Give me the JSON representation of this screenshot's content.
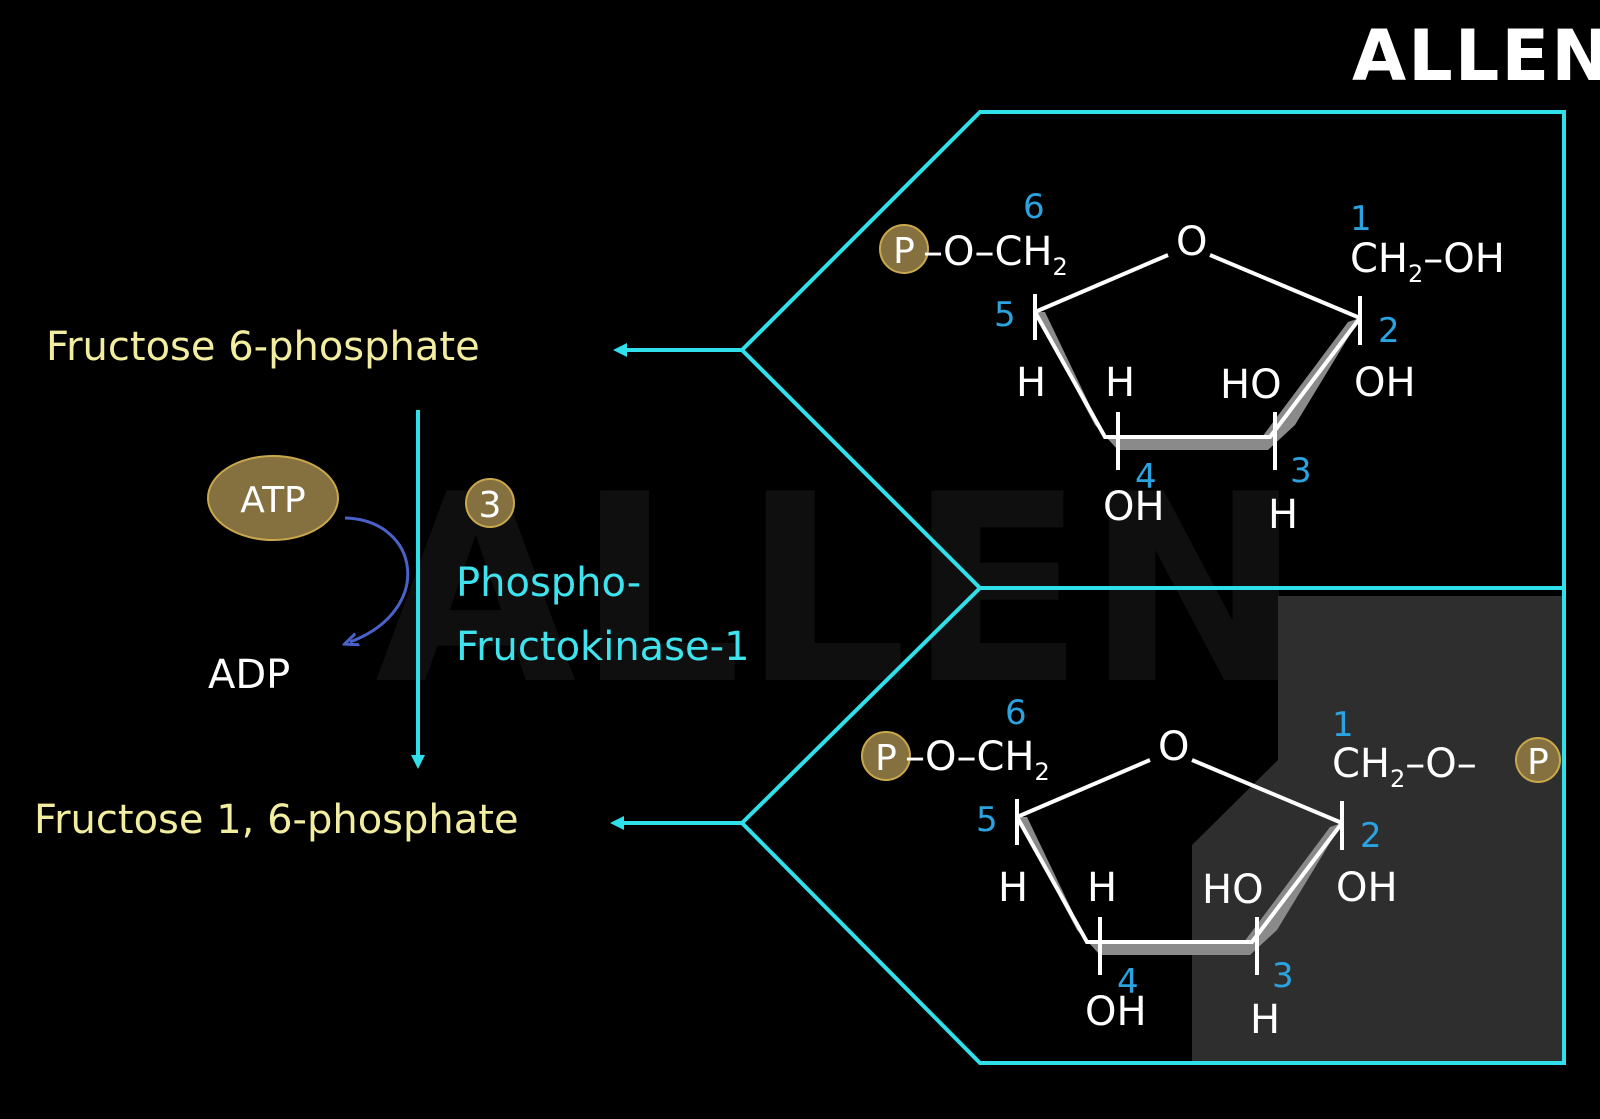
{
  "brand": {
    "logo": "ALLEN",
    "watermark": "ALLEN"
  },
  "reaction": {
    "substrate": "Fructose 6-phosphate",
    "product": "Fructose 1, 6-phosphate",
    "step_number": "3",
    "enzyme_line1": "Phospho-",
    "enzyme_line2": "Fructokinase-1",
    "cofactor_in": "ATP",
    "cofactor_out": "ADP"
  },
  "structures": {
    "top": {
      "phosphate": "P",
      "c6_group": "–O–CH",
      "c6_sub": "2",
      "ring_oxygen": "O",
      "c1_group": "CH",
      "c1_sub": "2",
      "c1_tail": "–OH",
      "c2_oh": "OH",
      "c5_h": "H",
      "c4_h": "H",
      "c3_ho": "HO",
      "c4_oh": "OH",
      "c3_h": "H",
      "numbers": [
        "1",
        "2",
        "3",
        "4",
        "5",
        "6"
      ]
    },
    "bottom": {
      "phosphate": "P",
      "c6_group": "–O–CH",
      "c6_sub": "2",
      "ring_oxygen": "O",
      "c1_group": "CH",
      "c1_sub": "2",
      "c1_tail": "–O–",
      "c1_phosphate": "P",
      "c2_oh": "OH",
      "c5_h": "H",
      "c4_h": "H",
      "c3_ho": "HO",
      "c4_oh": "OH",
      "c3_h": "H",
      "numbers": [
        "1",
        "2",
        "3",
        "4",
        "5",
        "6"
      ]
    }
  },
  "colors": {
    "background": "#000000",
    "label_yellow": "#f3eda0",
    "enzyme_cyan": "#3fe3ee",
    "frame_cyan": "#2fe0ea",
    "carbon_number_blue": "#2aa3e0",
    "badge_gold": "#85703f",
    "atp_arrow_blue": "#4a62c8"
  }
}
